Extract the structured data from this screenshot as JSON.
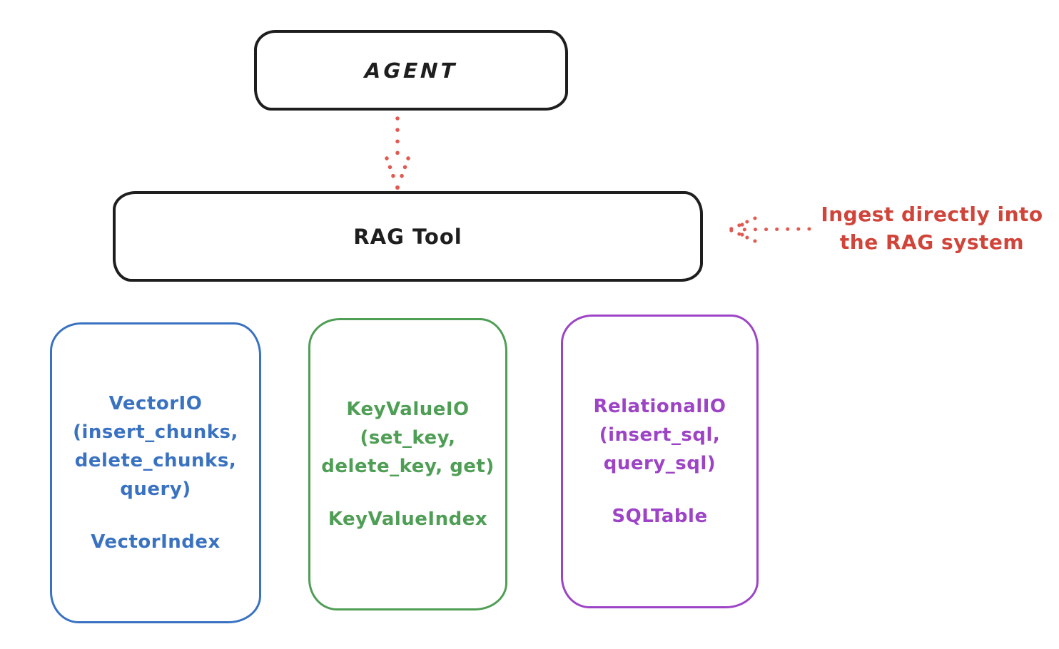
{
  "colors": {
    "ink": "#1e1e1e",
    "red_annotation": "#d0443a",
    "red_arrow": "#e05a52",
    "blue": "#3a72c2",
    "green": "#4f9e55",
    "purple": "#9d44c6",
    "background": "#ffffff"
  },
  "agent": {
    "label": "AGENT"
  },
  "rag_tool": {
    "label": "RAG Tool"
  },
  "annotation": {
    "line1": "Ingest directly into",
    "line2": "the RAG system"
  },
  "arrows": [
    {
      "name": "agent-to-rag-tool",
      "style": "dotted",
      "color": "#e05a52",
      "direction": "down"
    },
    {
      "name": "annotation-to-rag-tool",
      "style": "dotted",
      "color": "#e05a52",
      "direction": "left"
    }
  ],
  "stores": [
    {
      "id": "vector-io",
      "color": "#3a72c2",
      "lines": [
        "VectorIO",
        "(insert_chunks,",
        "delete_chunks,",
        "query)"
      ],
      "index_label": "VectorIndex"
    },
    {
      "id": "keyvalue-io",
      "color": "#4f9e55",
      "lines": [
        "KeyValueIO",
        "(set_key,",
        "delete_key, get)"
      ],
      "index_label": "KeyValueIndex"
    },
    {
      "id": "relational-io",
      "color": "#9d44c6",
      "lines": [
        "RelationalIO",
        "(insert_sql,",
        "query_sql)"
      ],
      "index_label": "SQLTable"
    }
  ]
}
